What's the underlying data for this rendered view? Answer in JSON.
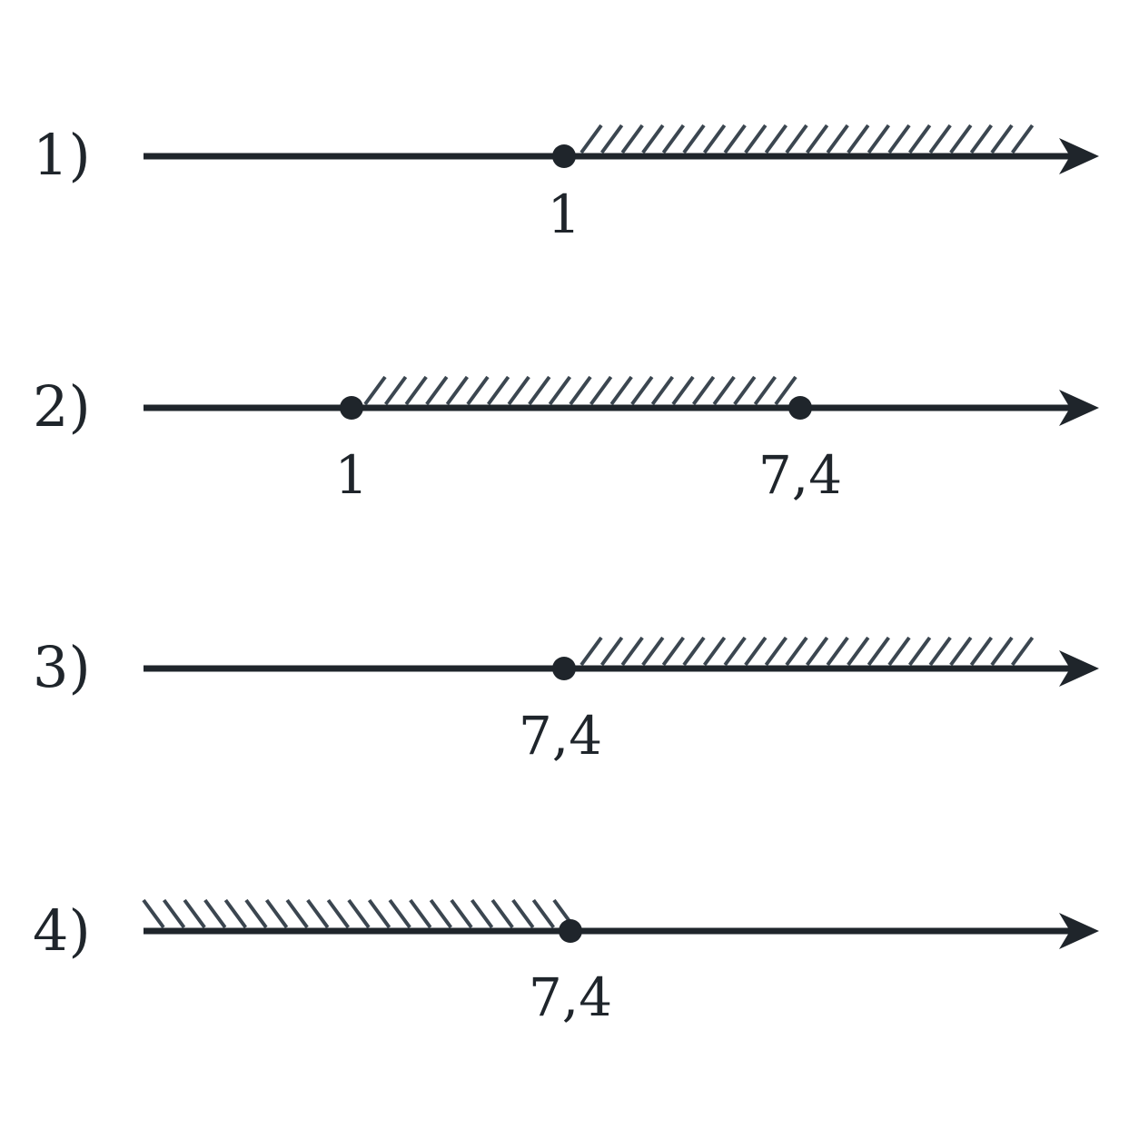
{
  "colors": {
    "ink": "#1f252b",
    "hatch": "#3b4650",
    "background": "#ffffff"
  },
  "options": [
    {
      "label": "1)",
      "points": [
        {
          "value": 1,
          "label": "1",
          "filled": true
        }
      ],
      "shading": {
        "from": 1,
        "to": "+inf",
        "hatch": "right"
      }
    },
    {
      "label": "2)",
      "points": [
        {
          "value": 1,
          "label": "1",
          "filled": true
        },
        {
          "value": 7.4,
          "label": "7,4",
          "filled": true
        }
      ],
      "shading": {
        "from": 1,
        "to": 7.4,
        "hatch": "right"
      }
    },
    {
      "label": "3)",
      "points": [
        {
          "value": 7.4,
          "label": "7,4",
          "filled": true
        }
      ],
      "shading": {
        "from": 7.4,
        "to": "+inf",
        "hatch": "right"
      }
    },
    {
      "label": "4)",
      "points": [
        {
          "value": 7.4,
          "label": "7,4",
          "filled": true
        }
      ],
      "shading": {
        "from": "-inf",
        "to": 7.4,
        "hatch": "left"
      }
    }
  ]
}
